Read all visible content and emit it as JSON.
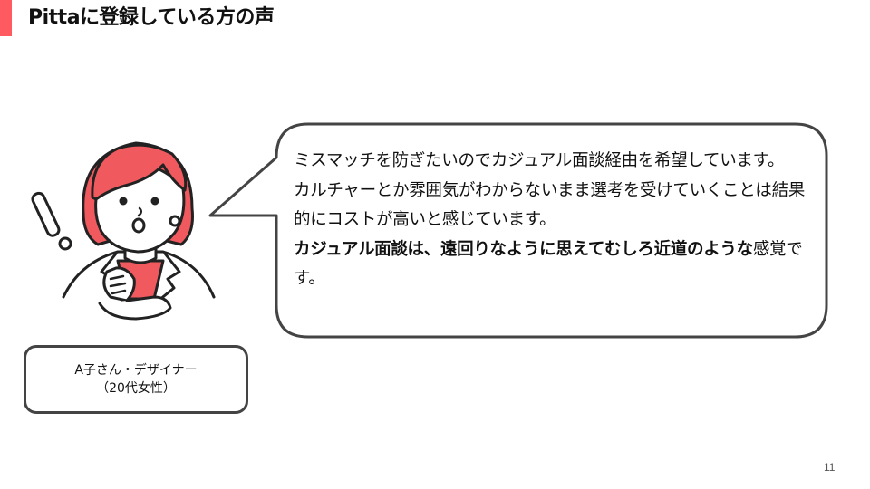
{
  "header": {
    "title": "Pittaに登録している方の声",
    "accent_color": "#ff5a5f"
  },
  "testimonial": {
    "paragraphs": [
      {
        "text": "ミスマッチを防ぎたいのでカジュアル面談経由を希望しています。",
        "bold": false
      },
      {
        "text": "カルチャーとか雰囲気がわからないまま選考を受けていくことは結果的にコストが高いと感じています。",
        "bold": false
      },
      {
        "bold_part": "カジュアル面談は、遠回りなように思えてむしろ近道のような",
        "normal_part": "感覚です。"
      }
    ]
  },
  "persona": {
    "name_role": "A子さん・デザイナー",
    "demographic": "（20代女性）",
    "illustration": "surprised-woman-icon",
    "hair_color": "#f05a5f"
  },
  "footer": {
    "page_number": "11"
  }
}
